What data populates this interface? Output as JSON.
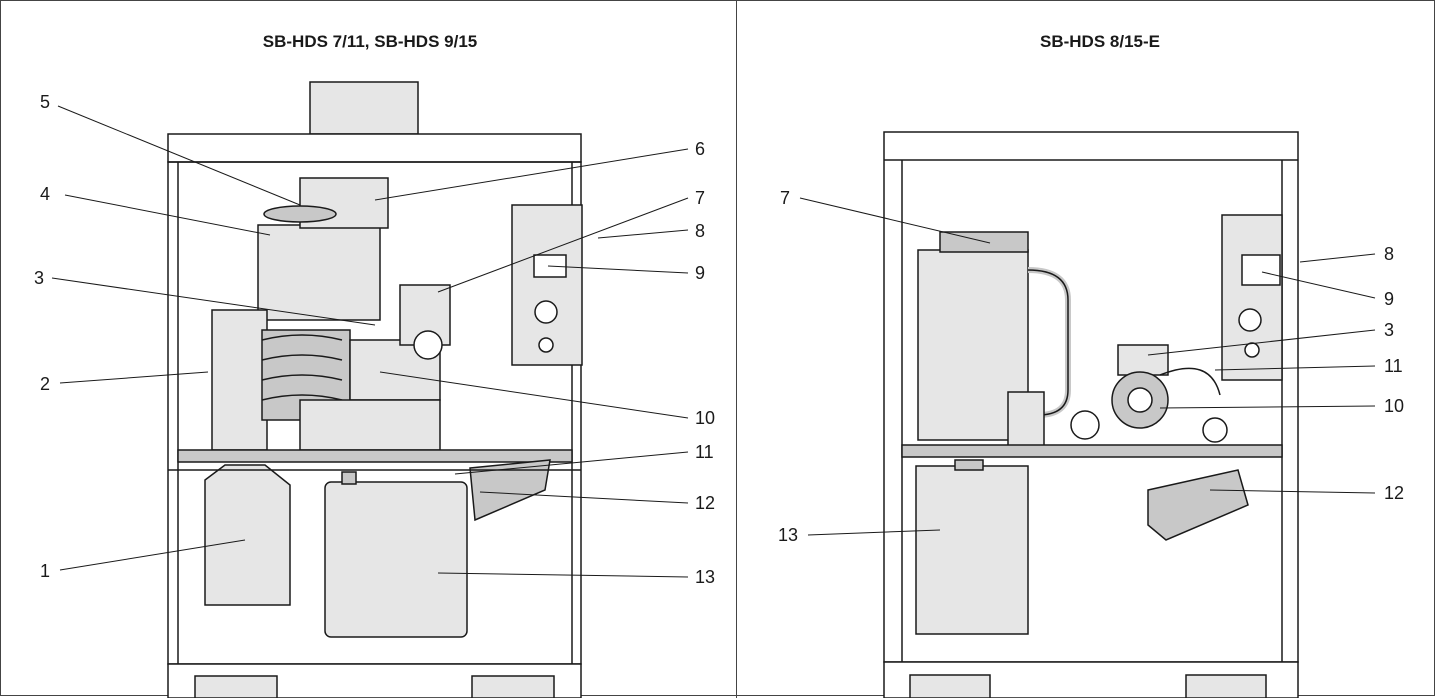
{
  "panels": [
    {
      "title": "SB-HDS 7/11, SB-HDS 9/15",
      "callouts": [
        "1",
        "2",
        "3",
        "4",
        "5",
        "6",
        "7",
        "8",
        "9",
        "10",
        "11",
        "12",
        "13"
      ]
    },
    {
      "title": "SB-HDS 8/15-E",
      "callouts": [
        "3",
        "7",
        "8",
        "9",
        "10",
        "11",
        "12",
        "13"
      ]
    }
  ],
  "colors": {
    "line": "#1a1a1a",
    "fill": "#e6e6e6",
    "fill_dark": "#c8c8c8"
  }
}
